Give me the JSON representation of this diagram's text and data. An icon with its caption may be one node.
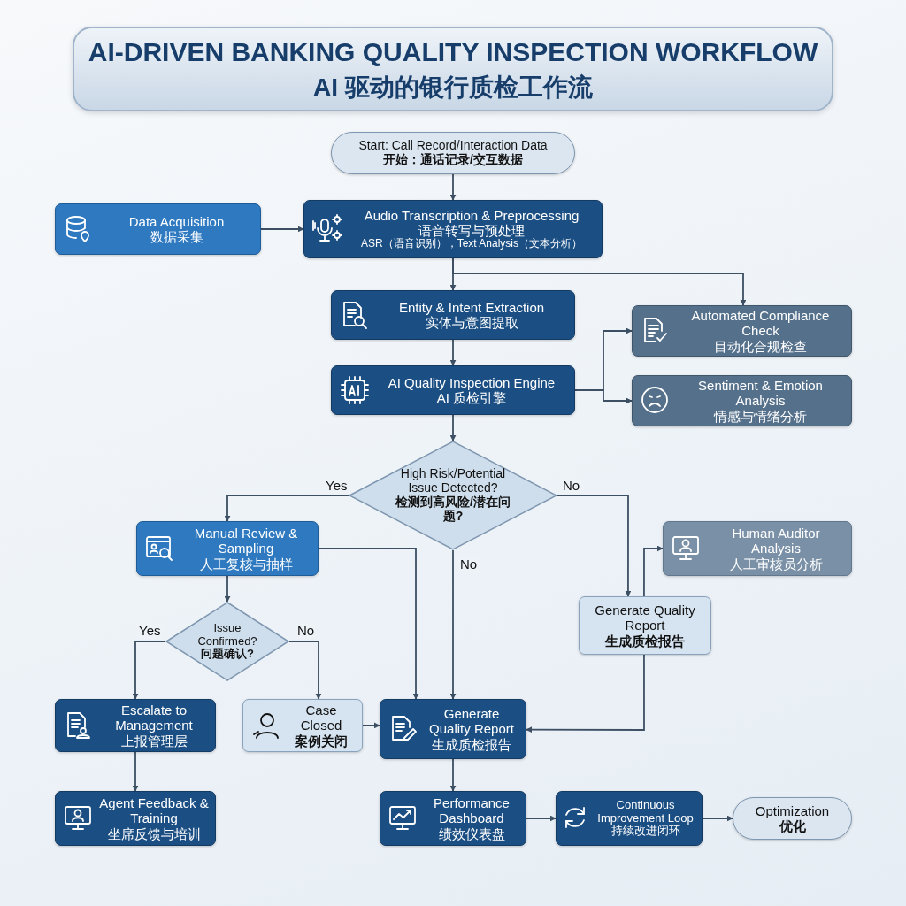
{
  "diagram": {
    "title": "AI-DRIVEN BANKING QUALITY INSPECTION WORKFLOW",
    "nodes": [
      {
        "text": [
          "Start: Call Record/Interaction Data",
          "开始：通话记录/交互数据"
        ]
      },
      {
        "text": [
          "Data Acquisition",
          "数据采集"
        ]
      },
      {
        "text": [
          "Audio Transcription & Preprocessing",
          "语音转写与预处理",
          "ASR（语音识别），Text Analysis（文本分析）"
        ]
      },
      {
        "text": [
          "Entity & Intent Extraction",
          "实体与意图提取"
        ]
      },
      {
        "text": [
          "Automated Compliance Check",
          "目动化合规检查"
        ]
      },
      {
        "text": [
          "AI Quality Inspection Engine",
          "AI 质检引擎"
        ]
      },
      {
        "text": [
          "Sentiment & Emotion Analysis",
          "情感与情绪分析"
        ]
      },
      {
        "text": [
          "High Risk/Potential Issue Detected?",
          "检测到高风险/潜在问题?"
        ]
      },
      {
        "text": [
          "Manual Review & Sampling",
          "人工复核与抽样"
        ]
      },
      {
        "text": [
          "Human Auditor Analysis",
          "人工审核员分析"
        ]
      },
      {
        "text": [
          "Generate Quality Report",
          "生成质检报告"
        ]
      },
      {
        "text": [
          "Issue Confirmed?",
          "问题确认?"
        ]
      },
      {
        "text": [
          "Escalate to Management",
          "上报管理层"
        ]
      },
      {
        "text": [
          "Case Closed",
          "案例关闭"
        ]
      },
      {
        "text": [
          "Generate Quality Report",
          "生成质检报告"
        ]
      },
      {
        "text": [
          "Agent Feedback & Training",
          "坐席反馈与培训"
        ]
      },
      {
        "text": [
          "Performance Dashboard",
          "绩效仪表盘"
        ]
      },
      {
        "text": [
          "Continuous Improvement Loop",
          "持续改进闭环"
        ]
      },
      {
        "text": [
          "Optimization",
          "优化"
        ]
      }
    ],
    "edges": [
      {
        "from": 0,
        "to": 2,
        "arrow": "to"
      },
      {
        "from": 1,
        "to": 2,
        "arrow": "to"
      },
      {
        "from": 2,
        "to": 3,
        "arrow": "to"
      },
      {
        "from": 2,
        "to": 4,
        "arrow": "to"
      },
      {
        "from": 3,
        "to": 5,
        "arrow": "to"
      },
      {
        "from": 5,
        "to": 4,
        "arrow": "to"
      },
      {
        "from": 5,
        "to": 6,
        "arrow": "to"
      },
      {
        "from": 5,
        "to": 7,
        "arrow": "to"
      },
      {
        "from": 7,
        "to": 8,
        "arrow": "to",
        "label": "Yes"
      },
      {
        "from": 7,
        "to": 10,
        "arrow": "to",
        "label": "No"
      },
      {
        "from": 7,
        "to": 14,
        "arrow": "to",
        "label": "No"
      },
      {
        "from": 8,
        "to": 11,
        "arrow": "to"
      },
      {
        "from": 8,
        "to": 14,
        "arrow": "to"
      },
      {
        "from": 10,
        "to": 9,
        "arrow": "to"
      },
      {
        "from": 10,
        "to": 14,
        "arrow": "to"
      },
      {
        "from": 11,
        "to": 12,
        "arrow": "to",
        "label": "Yes"
      },
      {
        "from": 11,
        "to": 13,
        "arrow": "to",
        "label": "No"
      },
      {
        "from": 13,
        "to": 14,
        "arrow": "to"
      },
      {
        "from": 12,
        "to": 15,
        "arrow": "to"
      },
      {
        "from": 14,
        "to": 16,
        "arrow": "to"
      },
      {
        "from": 16,
        "to": 17,
        "arrow": "to"
      },
      {
        "from": 17,
        "to": 18,
        "arrow": "to"
      }
    ],
    "labels": [
      "AI 驱动的银行质检工作流"
    ]
  }
}
